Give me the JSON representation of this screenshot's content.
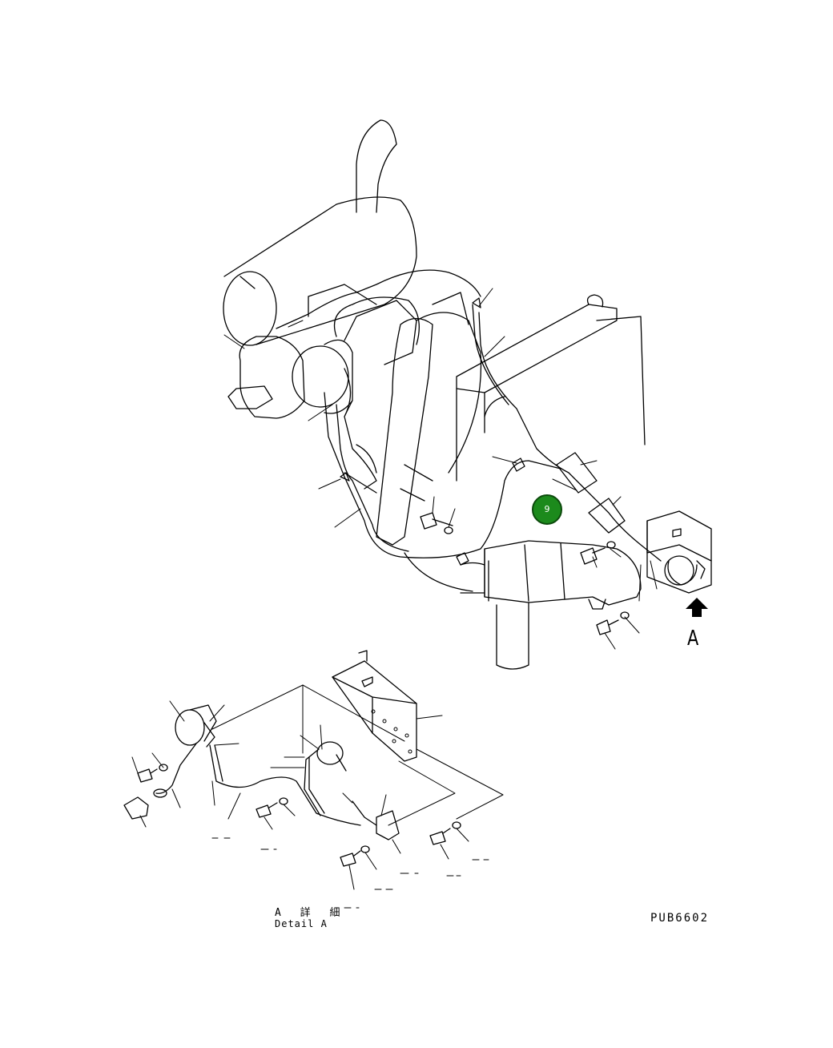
{
  "diagram": {
    "view_marker": "A",
    "detail_label_jp": "A 詳 細",
    "detail_label_en": "Detail A",
    "drawing_code": "PUB6602",
    "callouts": [
      {
        "id": "9",
        "label": "9"
      }
    ],
    "colors": {
      "line": "#000000",
      "background": "#ffffff",
      "callout_fill": "#1c8a1c"
    },
    "icons": [
      "view-arrow-icon"
    ]
  }
}
